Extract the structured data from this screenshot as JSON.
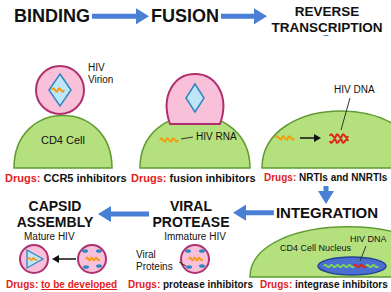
{
  "diagram": {
    "nodes": [
      {
        "text": [
          "BINDING"
        ]
      },
      {
        "text": [
          "FUSION"
        ]
      },
      {
        "text": [
          "REVERSE TRANSCRIPTION"
        ]
      },
      {
        "text": [
          "INTEGRATION"
        ]
      },
      {
        "text": [
          "VIRAL PROTEASE"
        ]
      },
      {
        "text": [
          "CAPSID ASSEMBLY"
        ]
      }
    ],
    "edges": [
      {
        "from": 0,
        "to": 1,
        "arrow": "to"
      },
      {
        "from": 1,
        "to": 2,
        "arrow": "to"
      },
      {
        "from": 2,
        "to": 3,
        "arrow": "to"
      },
      {
        "from": 3,
        "to": 4,
        "arrow": "to"
      },
      {
        "from": 4,
        "to": 5,
        "arrow": "to"
      }
    ],
    "labels": [
      "HIV Virion",
      "CD4 Cell",
      "Drugs: CCR5 inhibitors",
      "HIV RNA",
      "Drugs: fusion inhibitors",
      "HIV DNA",
      "Drugs: NRTIs and NNRTIs",
      "CD4 Cell Nucleus",
      "HIV DNA",
      "Drugs: integrase inhibitors",
      "Immature HIV",
      "Viral Proteins",
      "Drugs: protease inhibitors",
      "Mature HIV",
      "Drugs: to be developed"
    ]
  }
}
